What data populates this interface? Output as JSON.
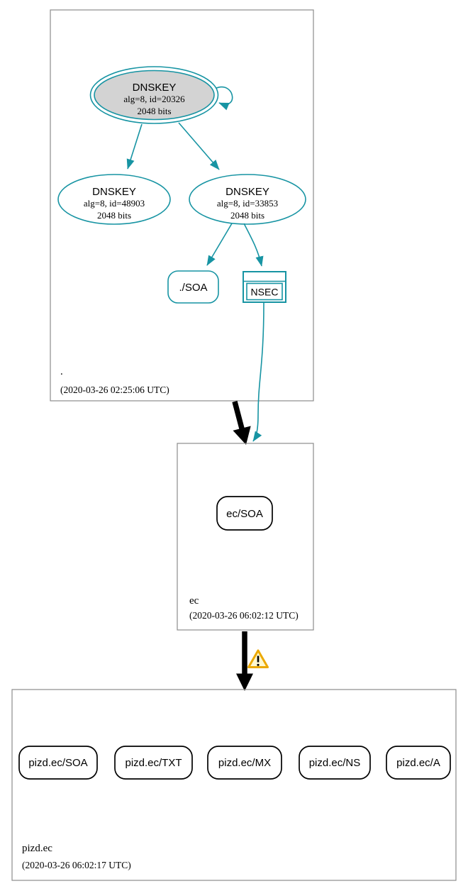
{
  "diagram": "dnssec-authentication-chain",
  "colors": {
    "secure_teal": "#1794a3",
    "ksk_fill": "#d3d3d3",
    "cluster_border": "#8c8c8c",
    "edge_black": "#000000",
    "warning_stroke": "#eca902",
    "warning_fill": "#fff8cf"
  },
  "icons": {
    "warning": "warning-triangle"
  },
  "zones": [
    {
      "label": ".",
      "timestamp": "(2020-03-26 02:25:06 UTC)"
    },
    {
      "label": "ec",
      "timestamp": "(2020-03-26 06:02:12 UTC)"
    },
    {
      "label": "pizd.ec",
      "timestamp": "(2020-03-26 06:02:17 UTC)"
    }
  ],
  "nodes": {
    "ksk": {
      "title": "DNSKEY",
      "alg": "alg=8, id=20326",
      "bits": "2048 bits"
    },
    "zsk_48903": {
      "title": "DNSKEY",
      "alg": "alg=8, id=48903",
      "bits": "2048 bits"
    },
    "zsk_33853": {
      "title": "DNSKEY",
      "alg": "alg=8, id=33853",
      "bits": "2048 bits"
    },
    "root_soa": {
      "label": "./SOA"
    },
    "nsec": {
      "label": "NSEC"
    },
    "ec_soa": {
      "label": "ec/SOA"
    },
    "pizd_records": [
      {
        "label": "pizd.ec/SOA"
      },
      {
        "label": "pizd.ec/TXT"
      },
      {
        "label": "pizd.ec/MX"
      },
      {
        "label": "pizd.ec/NS"
      },
      {
        "label": "pizd.ec/A"
      }
    ]
  }
}
